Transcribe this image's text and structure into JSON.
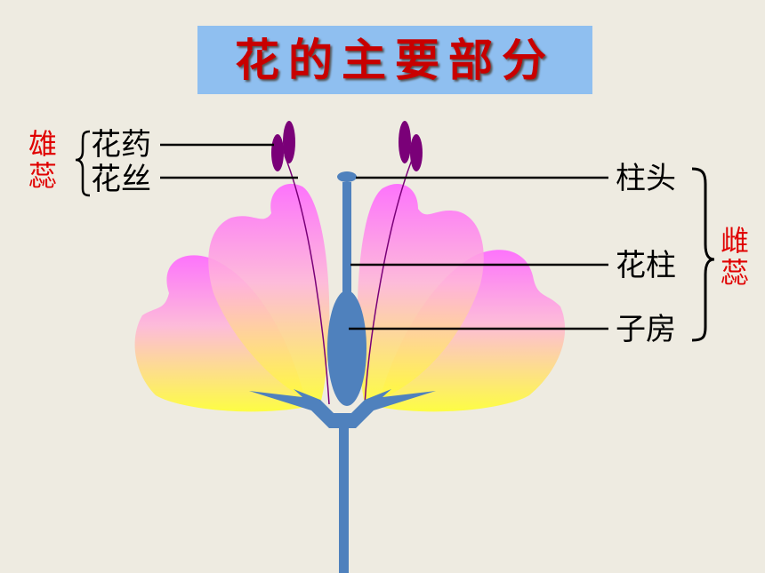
{
  "title": "花的主要部分",
  "stamen": {
    "group_label": [
      "雄",
      "蕊"
    ],
    "parts": [
      "花药",
      "花丝"
    ]
  },
  "pistil": {
    "group_label": [
      "雌",
      "蕊"
    ],
    "parts": [
      "柱头",
      "花柱",
      "子房"
    ]
  },
  "colors": {
    "background": "#eeebe1",
    "title_box": "#8fbff0",
    "title_text": "#c80000",
    "group_label": "#e00000",
    "petal_top": "#ff66ff",
    "petal_bottom": "#ffff33",
    "pistil": "#4f81bd",
    "anther": "#7a0078"
  }
}
